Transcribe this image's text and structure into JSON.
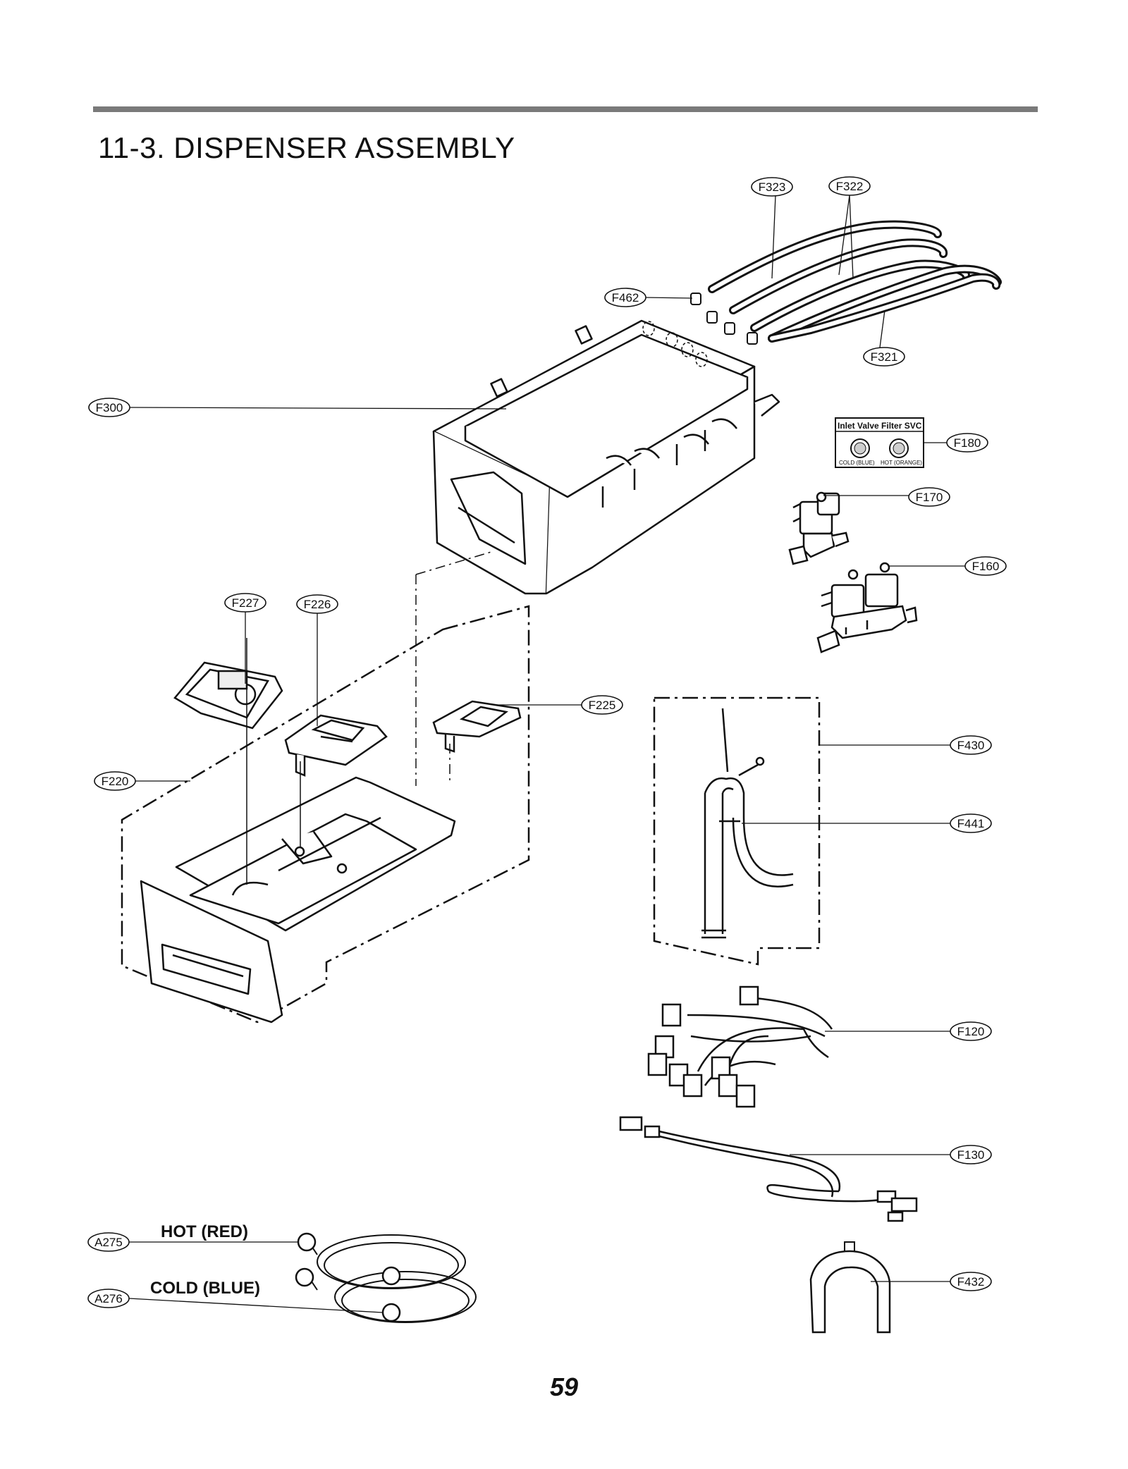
{
  "section_title": "11-3. DISPENSER ASSEMBLY",
  "page_number": "59",
  "callouts": {
    "F323": "F323",
    "F322": "F322",
    "F462": "F462",
    "F321": "F321",
    "F300": "F300",
    "F180": "F180",
    "F170": "F170",
    "F160": "F160",
    "F227": "F227",
    "F226": "F226",
    "F225": "F225",
    "F220": "F220",
    "F430": "F430",
    "F441": "F441",
    "F120": "F120",
    "F130": "F130",
    "F432": "F432",
    "A275": "A275",
    "A276": "A276"
  },
  "svc_box": {
    "title": "Inlet Valve Filter SVC",
    "cold": "COLD (BLUE)",
    "hot": "HOT (ORANGE)"
  },
  "hose_labels": {
    "hot": "HOT (RED)",
    "cold": "COLD (BLUE)"
  }
}
